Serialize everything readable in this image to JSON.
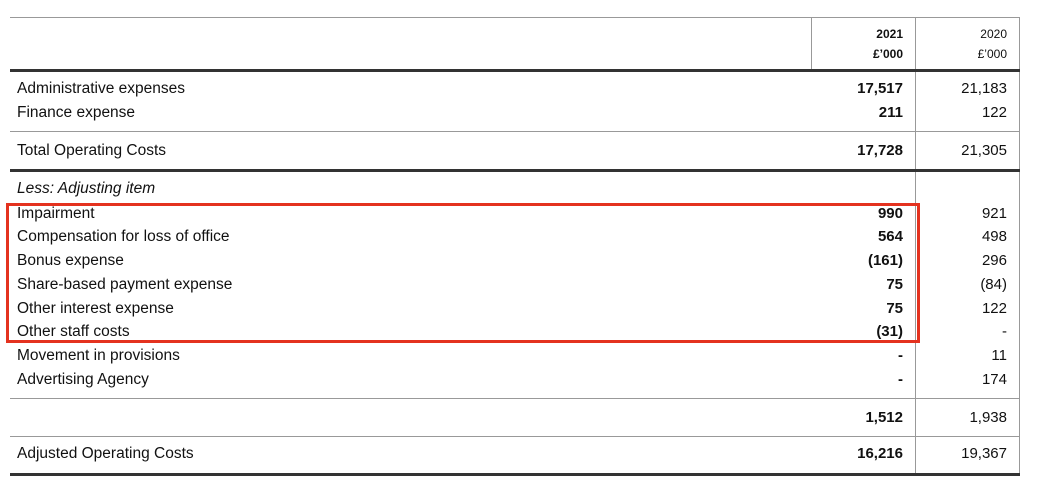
{
  "header": {
    "col2021_year": "2021",
    "col2021_unit": "£’000",
    "col2020_year": "2020",
    "col2020_unit": "£’000"
  },
  "rows": {
    "admin": {
      "label": "Administrative expenses",
      "v2021": "17,517",
      "v2020": "21,183"
    },
    "finance": {
      "label": "Finance expense",
      "v2021": "211",
      "v2020": "122"
    },
    "total": {
      "label": "Total Operating Costs",
      "v2021": "17,728",
      "v2020": "21,305"
    },
    "less_heading": "Less: Adjusting item",
    "impairment": {
      "label": "Impairment",
      "v2021": "990",
      "v2020": "921"
    },
    "compensation": {
      "label": "Compensation for loss of office",
      "v2021": "564",
      "v2020": "498"
    },
    "bonus": {
      "label": "Bonus expense",
      "v2021": "(161)",
      "v2020": "296"
    },
    "share": {
      "label": "Share-based payment expense",
      "v2021": "75",
      "v2020": "(84)"
    },
    "interest": {
      "label": "Other interest expense",
      "v2021": "75",
      "v2020": "122"
    },
    "staff": {
      "label": "Other staff costs",
      "v2021": "(31)",
      "v2020": "-"
    },
    "provisions": {
      "label": "Movement in provisions",
      "v2021": "-",
      "v2020": "11"
    },
    "advertising": {
      "label": "Advertising Agency",
      "v2021": "-",
      "v2020": "174"
    },
    "subtotal": {
      "v2021": "1,512",
      "v2020": "1,938"
    },
    "adjusted": {
      "label": "Adjusted Operating Costs",
      "v2021": "16,216",
      "v2020": "19,367"
    }
  },
  "colors": {
    "highlight": "#e4321f",
    "rule": "#333333"
  }
}
